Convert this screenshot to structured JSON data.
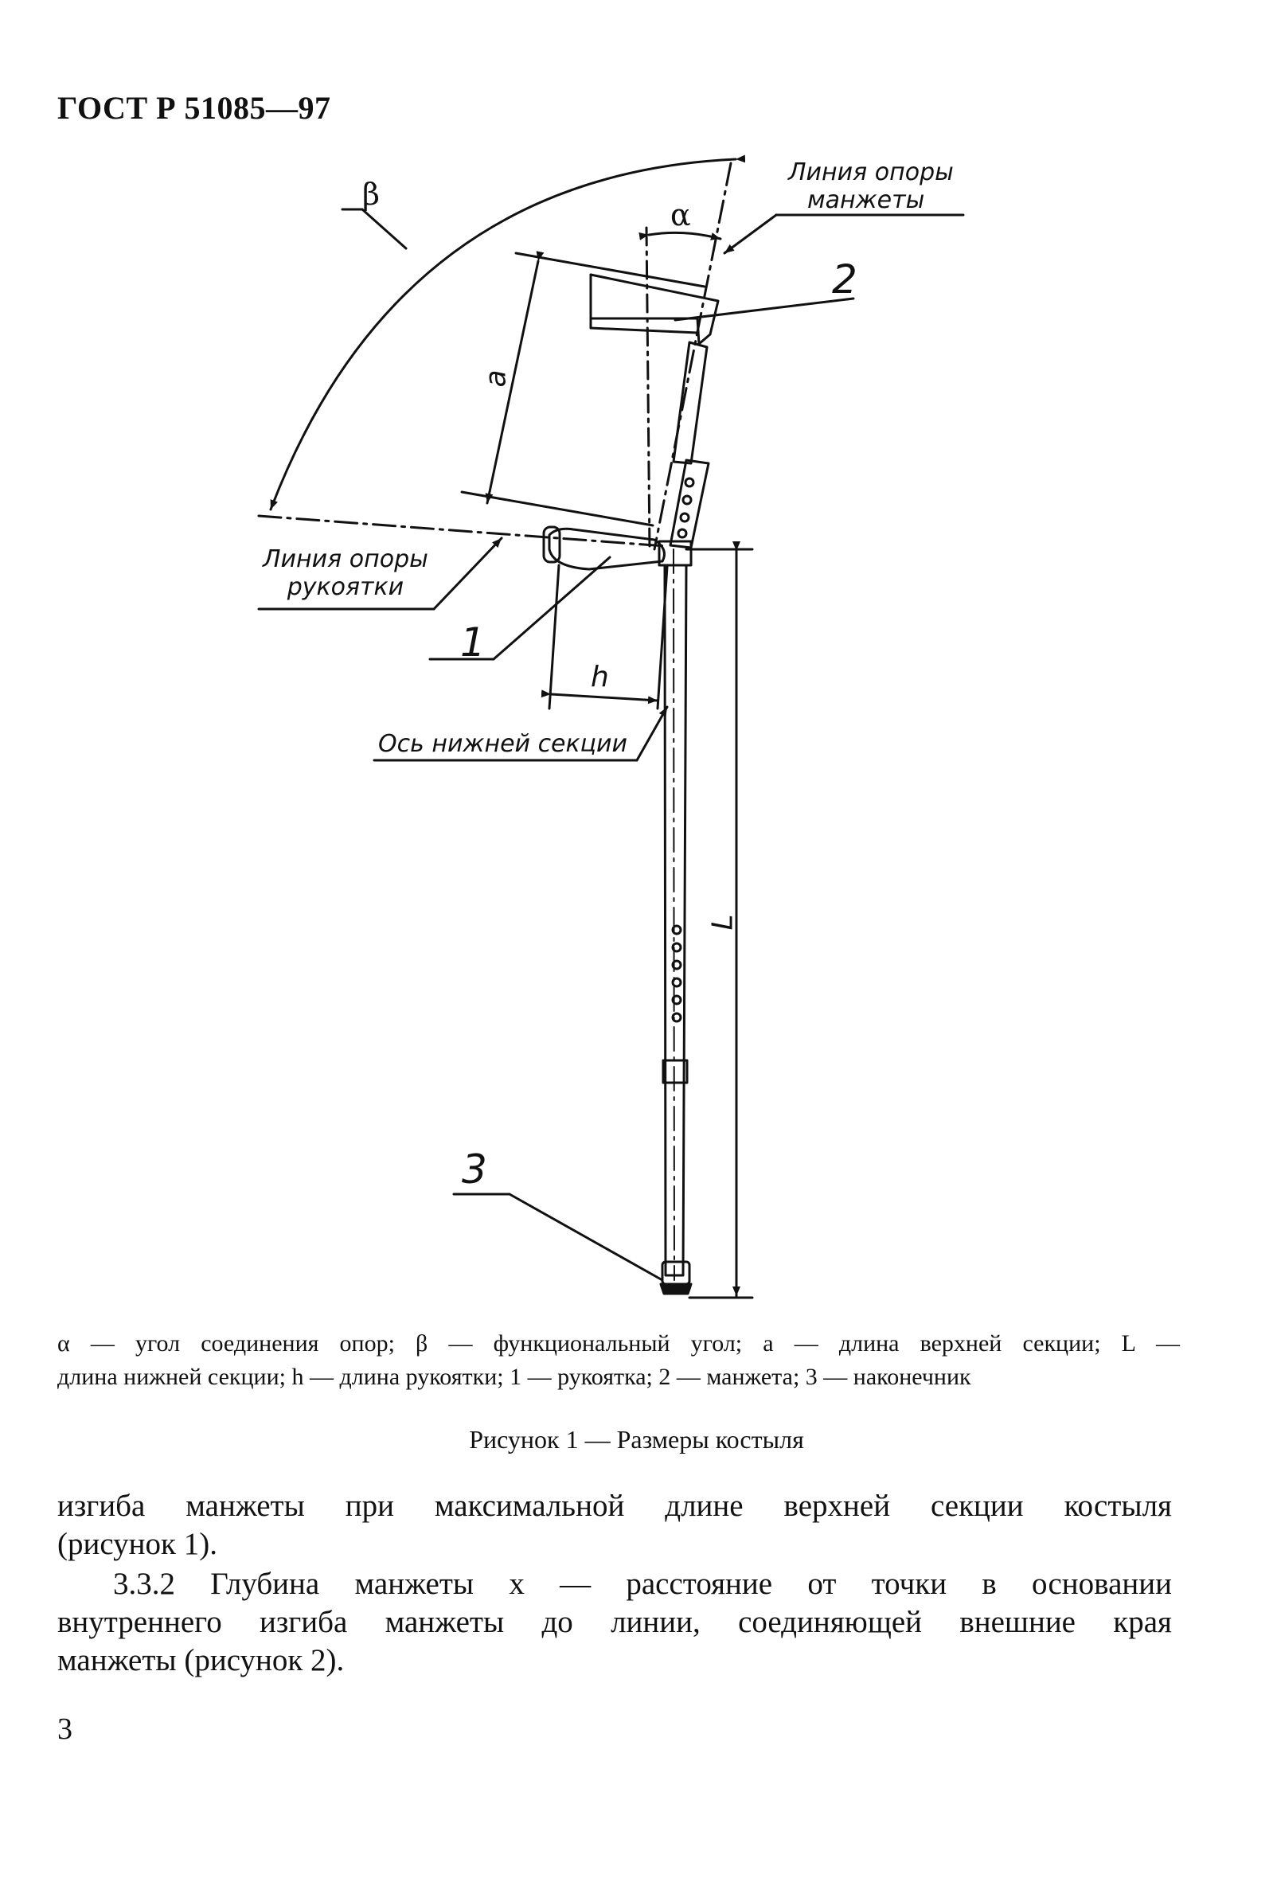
{
  "header": {
    "standard": "ГОСТ Р 51085—97"
  },
  "figure": {
    "labels": {
      "beta": "β",
      "alpha": "α",
      "cuff_support_line": [
        "Линия опоры",
        "манжеты"
      ],
      "handle_support_line": [
        "Линия опоры",
        "рукоятки"
      ],
      "lower_axis": "Ось нижней секции",
      "dim_a": "a",
      "dim_h": "h",
      "dim_L": "L",
      "num_1": "1",
      "num_2": "2",
      "num_3": "3"
    }
  },
  "legend": {
    "line1": "α — угол соединения опор; β — функциональный угол; a — длина верхней секции; L —",
    "line2": "длина нижней секции; h — длина рукоятки; 1 — рукоятка; 2 — манжета; 3 — наконечник"
  },
  "caption": "Рисунок 1 — Размеры костыля",
  "body": {
    "p1_line1": "изгиба манжеты при максимальной длине верхней секции костыля",
    "p1_line2": "(рисунок 1).",
    "p2_line1": "3.3.2 Глубина манжеты x — расстояние от точки в основании",
    "p2_line2": "внутреннего изгиба манжеты до линии, соединяющей внешние края",
    "p2_line3": "манжеты (рисунок 2)."
  },
  "page_number": "3"
}
